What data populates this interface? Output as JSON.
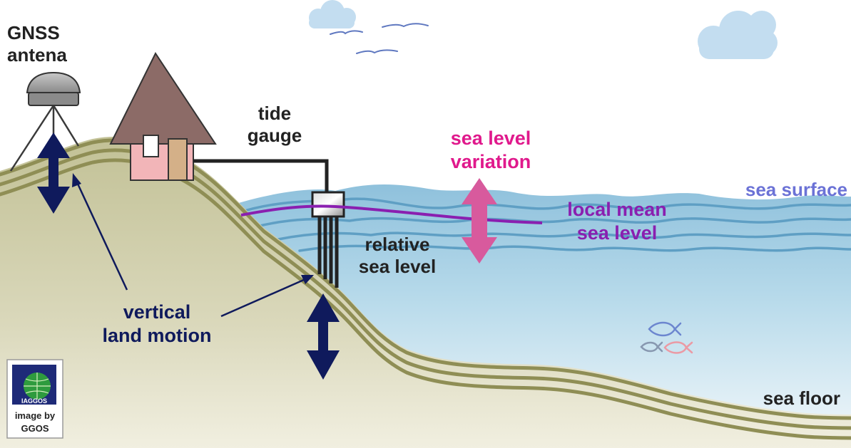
{
  "labels": {
    "gnss_line1": "GNSS",
    "gnss_line2": "antena",
    "tide_line1": "tide",
    "tide_line2": "gauge",
    "slv_line1": "sea level",
    "slv_line2": "variation",
    "sea_surface": "sea surface",
    "lmsl_line1": "local mean",
    "lmsl_line2": "sea level",
    "rsl_line1": "relative",
    "rsl_line2": "sea level",
    "vlm_line1": "vertical",
    "vlm_line2": "land motion",
    "sea_floor": "sea floor"
  },
  "logo": {
    "text_mark": "IAGGOS",
    "caption_line1": "image by",
    "caption_line2": "GGOS"
  },
  "colors": {
    "label_dark": "#222222",
    "navy": "#0f1a5c",
    "magenta": "#e0198c",
    "purple": "#8a1fb0",
    "sea_surface_text": "#6b72d6",
    "water": "#a7cfe4",
    "wave": "#5f9fc4",
    "land": "#cbc9a1",
    "strata": "#8f8e55",
    "pink_arrow": "#d85a9d",
    "roof": "#8c6b67",
    "house": "#f2b5b8",
    "door": "#d4b088",
    "cloud": "#c3ddf0",
    "bird": "#5f78c0"
  },
  "icons": [
    "cloud-icon",
    "bird-icon",
    "fish-icon",
    "antenna-icon",
    "house-icon"
  ]
}
